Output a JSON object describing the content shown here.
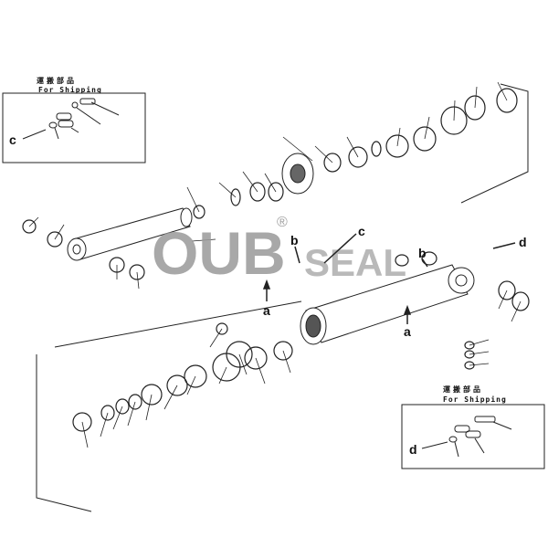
{
  "shipping_box_top": {
    "title_jp": "運搬部品",
    "title_en": "For Shipping",
    "callout": "c"
  },
  "shipping_box_bottom": {
    "title_jp": "運搬部品",
    "title_en": "For Shipping",
    "callout": "d"
  },
  "callouts": {
    "a_left": "a",
    "a_right": "a",
    "b_left": "b",
    "b_right": "b",
    "c": "c",
    "d": "d"
  },
  "watermark": {
    "main": "OUB",
    "secondary": "SEAL",
    "mark": "®"
  }
}
